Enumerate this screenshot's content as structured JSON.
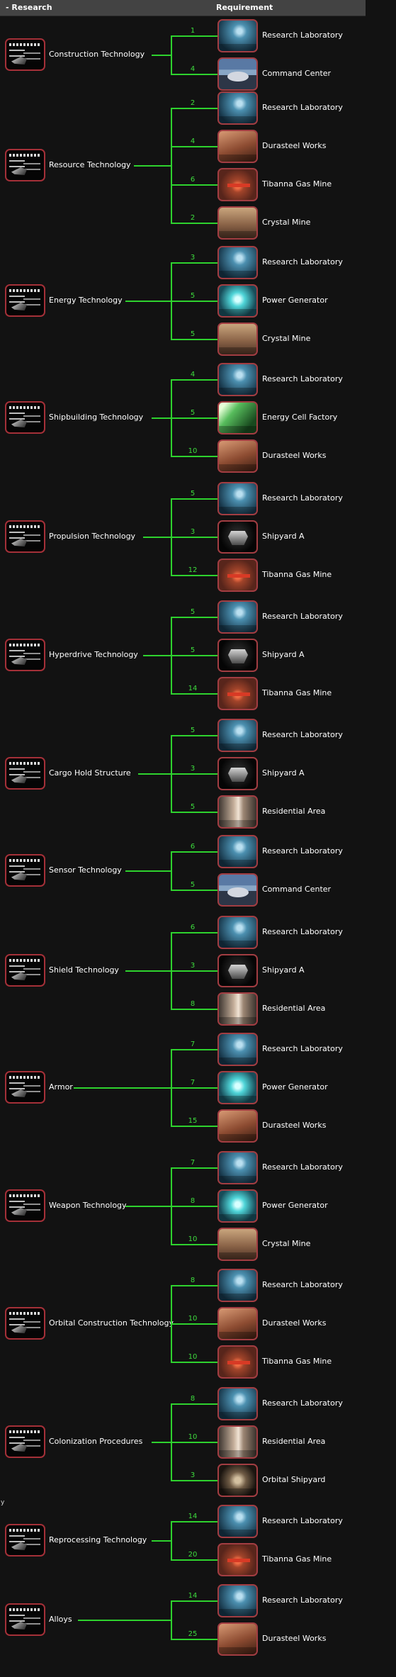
{
  "header": {
    "research_label": "- Research",
    "requirement_label": "Requirement"
  },
  "stray_mark": "y",
  "researches": [
    {
      "name": "Construction Technology",
      "requirements": [
        {
          "name": "Research Laboratory",
          "count": "1",
          "icon": "research-laboratory-icon"
        },
        {
          "name": "Command Center",
          "count": "4",
          "icon": "command-center-icon"
        }
      ]
    },
    {
      "name": "Resource Technology",
      "requirements": [
        {
          "name": "Research Laboratory",
          "count": "2",
          "icon": "research-laboratory-icon"
        },
        {
          "name": "Durasteel Works",
          "count": "4",
          "icon": "durasteel-works-icon"
        },
        {
          "name": "Tibanna Gas Mine",
          "count": "6",
          "icon": "tibanna-gas-mine-icon"
        },
        {
          "name": "Crystal Mine",
          "count": "2",
          "icon": "crystal-mine-icon"
        }
      ]
    },
    {
      "name": "Energy Technology",
      "requirements": [
        {
          "name": "Research Laboratory",
          "count": "3",
          "icon": "research-laboratory-icon"
        },
        {
          "name": "Power Generator",
          "count": "5",
          "icon": "power-generator-icon"
        },
        {
          "name": "Crystal Mine",
          "count": "5",
          "icon": "crystal-mine-icon"
        }
      ]
    },
    {
      "name": "Shipbuilding Technology",
      "requirements": [
        {
          "name": "Research Laboratory",
          "count": "4",
          "icon": "research-laboratory-icon"
        },
        {
          "name": "Energy Cell Factory",
          "count": "5",
          "icon": "energy-cell-factory-icon"
        },
        {
          "name": "Durasteel Works",
          "count": "10",
          "icon": "durasteel-works-icon"
        }
      ]
    },
    {
      "name": "Propulsion Technology",
      "requirements": [
        {
          "name": "Research Laboratory",
          "count": "5",
          "icon": "research-laboratory-icon"
        },
        {
          "name": "Shipyard A",
          "count": "3",
          "icon": "shipyard-icon"
        },
        {
          "name": "Tibanna Gas Mine",
          "count": "12",
          "icon": "tibanna-gas-mine-icon"
        }
      ]
    },
    {
      "name": "Hyperdrive Technology",
      "requirements": [
        {
          "name": "Research Laboratory",
          "count": "5",
          "icon": "research-laboratory-icon"
        },
        {
          "name": "Shipyard A",
          "count": "5",
          "icon": "shipyard-icon"
        },
        {
          "name": "Tibanna Gas Mine",
          "count": "14",
          "icon": "tibanna-gas-mine-icon"
        }
      ]
    },
    {
      "name": "Cargo Hold Structure",
      "requirements": [
        {
          "name": "Research Laboratory",
          "count": "5",
          "icon": "research-laboratory-icon"
        },
        {
          "name": "Shipyard A",
          "count": "3",
          "icon": "shipyard-icon"
        },
        {
          "name": "Residential Area",
          "count": "5",
          "icon": "residential-area-icon"
        }
      ]
    },
    {
      "name": "Sensor Technology",
      "requirements": [
        {
          "name": "Research Laboratory",
          "count": "6",
          "icon": "research-laboratory-icon"
        },
        {
          "name": "Command Center",
          "count": "5",
          "icon": "command-center-icon"
        }
      ]
    },
    {
      "name": "Shield Technology",
      "requirements": [
        {
          "name": "Research Laboratory",
          "count": "6",
          "icon": "research-laboratory-icon"
        },
        {
          "name": "Shipyard A",
          "count": "3",
          "icon": "shipyard-icon"
        },
        {
          "name": "Residential Area",
          "count": "8",
          "icon": "residential-area-icon"
        }
      ]
    },
    {
      "name": "Armor",
      "requirements": [
        {
          "name": "Research Laboratory",
          "count": "7",
          "icon": "research-laboratory-icon"
        },
        {
          "name": "Power Generator",
          "count": "7",
          "icon": "power-generator-icon"
        },
        {
          "name": "Durasteel Works",
          "count": "15",
          "icon": "durasteel-works-icon"
        }
      ]
    },
    {
      "name": "Weapon Technology",
      "requirements": [
        {
          "name": "Research Laboratory",
          "count": "7",
          "icon": "research-laboratory-icon"
        },
        {
          "name": "Power Generator",
          "count": "8",
          "icon": "power-generator-icon"
        },
        {
          "name": "Crystal Mine",
          "count": "10",
          "icon": "crystal-mine-icon"
        }
      ]
    },
    {
      "name": "Orbital Construction Technology",
      "requirements": [
        {
          "name": "Research Laboratory",
          "count": "8",
          "icon": "research-laboratory-icon"
        },
        {
          "name": "Durasteel Works",
          "count": "10",
          "icon": "durasteel-works-icon"
        },
        {
          "name": "Tibanna Gas Mine",
          "count": "10",
          "icon": "tibanna-gas-mine-icon"
        }
      ]
    },
    {
      "name": "Colonization Procedures",
      "requirements": [
        {
          "name": "Research Laboratory",
          "count": "8",
          "icon": "research-laboratory-icon"
        },
        {
          "name": "Residential Area",
          "count": "10",
          "icon": "residential-area-icon"
        },
        {
          "name": "Orbital Shipyard",
          "count": "3",
          "icon": "orbital-shipyard-icon"
        }
      ]
    },
    {
      "name": "Reprocessing Technology",
      "requirements": [
        {
          "name": "Research Laboratory",
          "count": "14",
          "icon": "research-laboratory-icon"
        },
        {
          "name": "Tibanna Gas Mine",
          "count": "20",
          "icon": "tibanna-gas-mine-icon"
        }
      ]
    },
    {
      "name": "Alloys",
      "requirements": [
        {
          "name": "Research Laboratory",
          "count": "14",
          "icon": "research-laboratory-icon"
        },
        {
          "name": "Durasteel Works",
          "count": "25",
          "icon": "durasteel-works-icon"
        }
      ]
    }
  ]
}
